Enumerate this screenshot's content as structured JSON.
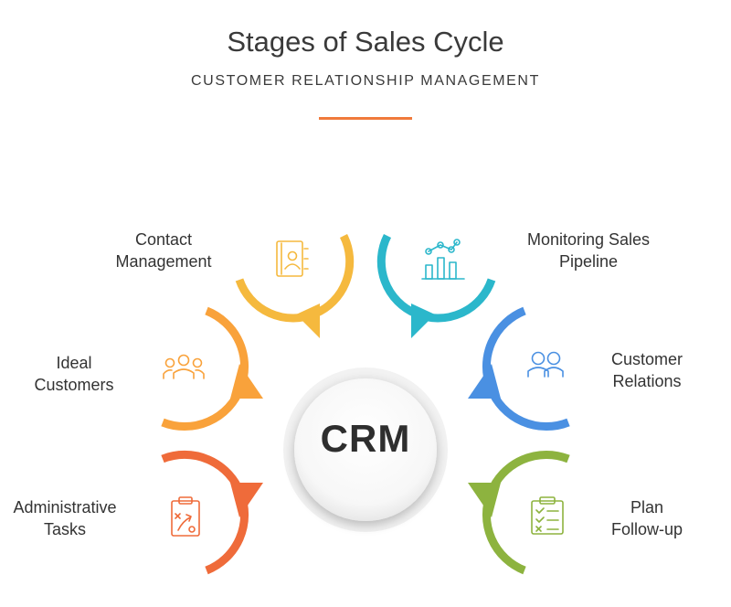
{
  "header": {
    "title": "Stages of Sales Cycle",
    "subtitle": "CUSTOMER RELATIONSHIP MANAGEMENT",
    "divider_color": "#F07A3C"
  },
  "center": {
    "label": "CRM"
  },
  "stages": [
    {
      "line1": "Contact",
      "line2": "Management",
      "color": "#F5B93E",
      "icon": "contact-book-icon"
    },
    {
      "line1": "Monitoring Sales",
      "line2": "Pipeline",
      "color": "#2BB7CB",
      "icon": "bar-chart-icon"
    },
    {
      "line1": "Ideal",
      "line2": "Customers",
      "color": "#F9A23B",
      "icon": "group-icon"
    },
    {
      "line1": "Customer",
      "line2": "Relations",
      "color": "#4A90E2",
      "icon": "two-people-icon"
    },
    {
      "line1": "Administrative",
      "line2": "Tasks",
      "color": "#EF6B3A",
      "icon": "strategy-clipboard-icon"
    },
    {
      "line1": "Plan",
      "line2": "Follow-up",
      "color": "#8DB33F",
      "icon": "checklist-clipboard-icon"
    }
  ]
}
